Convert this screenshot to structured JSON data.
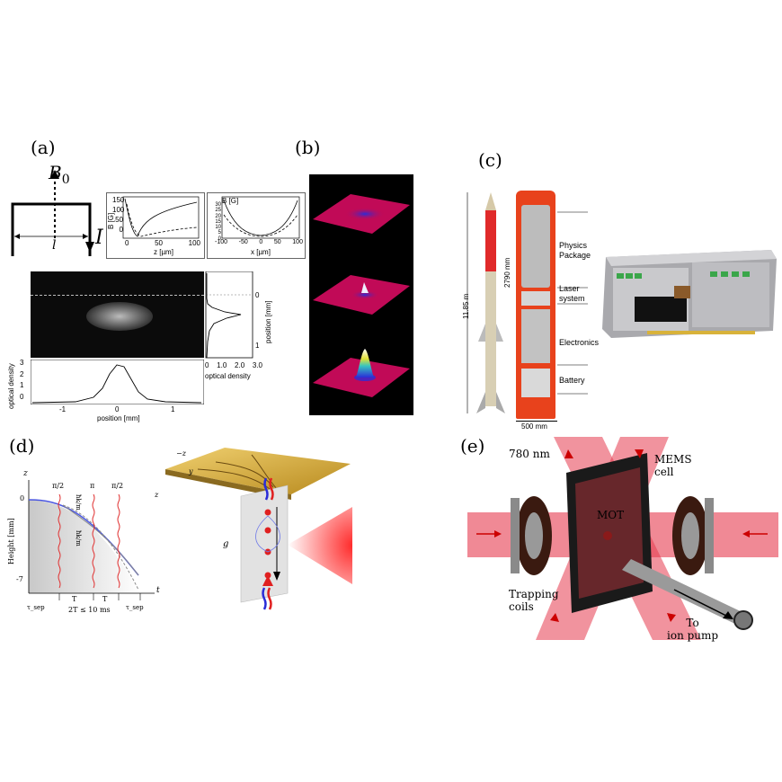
{
  "panels": {
    "a": {
      "label": "(a)",
      "field_symbol": "B",
      "field_sub": "0",
      "current_symbol": "I",
      "length_symbol": "l",
      "inset1": {
        "ylabel": "B [G]",
        "xlabel": "z [µm]",
        "yticks": [
          "150",
          "100",
          "50",
          "0"
        ],
        "xticks": [
          "0",
          "50",
          "100"
        ]
      },
      "inset2": {
        "ylabel": "B [G]",
        "xlabel": "x [µm]",
        "yticks": [
          "30",
          "25",
          "20",
          "15",
          "10",
          "5",
          "0"
        ],
        "xticks": [
          "-100",
          "-50",
          "0",
          "50",
          "100"
        ]
      },
      "side_plot": {
        "ylabel": "position [mm]",
        "yticks": [
          "0",
          "1"
        ],
        "xlabel": "optical density",
        "xticks": [
          "0",
          "1.0",
          "2.0",
          "3.0"
        ]
      },
      "bottom_plot": {
        "ylabel": "optical density",
        "yticks": [
          "3",
          "2",
          "1",
          "0"
        ],
        "xlabel": "position [mm]",
        "xticks": [
          "-1",
          "0",
          "1"
        ]
      }
    },
    "b": {
      "label": "(b)"
    },
    "c": {
      "label": "(c)",
      "rocket_height": "11.85 m",
      "module_height": "2790 mm",
      "module_width": "500 mm",
      "sections": [
        "Physics Package",
        "Laser system",
        "Electronics",
        "Battery"
      ]
    },
    "d": {
      "label": "(d)",
      "axis_z": "z",
      "axis_t": "t",
      "height_label": "Height [mm]",
      "height_ticks": [
        "0",
        "-7"
      ],
      "pulses": [
        "π/2",
        "π",
        "π/2"
      ],
      "time_labels": [
        "τ_sep",
        "T",
        "T",
        "τ_sep"
      ],
      "duration": "2T ≤ 10 ms",
      "kick_up": "ħk/m",
      "kick_down": "ħk/m",
      "chip_axes": [
        "−z",
        "y",
        "z"
      ],
      "gravity": "g"
    },
    "e": {
      "label": "(e)",
      "wavelength": "780 nm",
      "cell_label_line1": "MEMS",
      "cell_label_line2": "cell",
      "mot_label": "MOT",
      "coils_line1": "Trapping",
      "coils_line2": "coils",
      "pump_line1": "To",
      "pump_line2": "ion pump"
    }
  },
  "colors": {
    "surface_pink": "#c10a57",
    "laser_red": "#e63a4f",
    "rocket_orange": "#e8421c",
    "chip_gold": "#d8b23a",
    "trajectory_blue": "#4a56e0"
  }
}
